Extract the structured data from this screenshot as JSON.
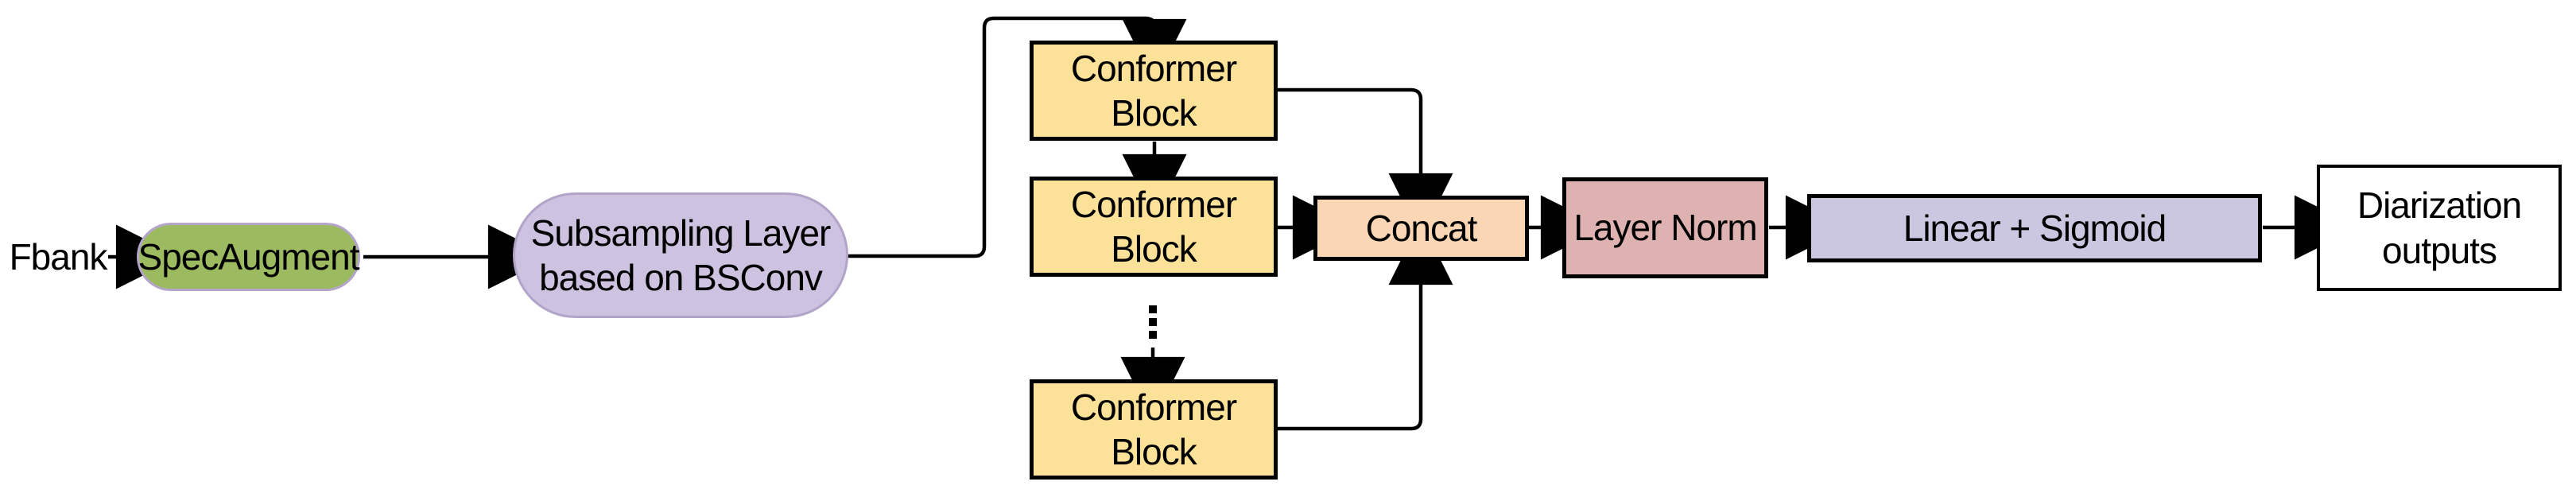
{
  "diagram": {
    "description": "Speaker diarization model architecture flow diagram",
    "nodes": {
      "fbank": {
        "label": "Fbank"
      },
      "specaugment": {
        "label": "SpecAugment",
        "fill": "#9CBB61",
        "border": "#B5A5CB",
        "shape": "rounded-pill"
      },
      "subsampling": {
        "line1": "Subsampling Layer",
        "line2": "based on BSConv",
        "fill": "#CDC3E0",
        "border": "#B2A3C9",
        "shape": "stadium"
      },
      "conformer_block": {
        "line1": "Conformer",
        "line2": "Block",
        "fill": "#FCE199",
        "border": "#000000",
        "count_shown": 3
      },
      "concat": {
        "label": "Concat",
        "fill": "#FAD6B4",
        "border": "#000000"
      },
      "layernorm": {
        "label": "Layer Norm",
        "fill": "#DDB2B0",
        "border": "#000000"
      },
      "linear_sigmoid": {
        "label": "Linear + Sigmoid",
        "fill": "#CCC7E1",
        "border": "#000000"
      },
      "outputs": {
        "line1": "Diarization",
        "line2": "outputs",
        "fill": "#FFFFFF",
        "border": "#000000"
      }
    },
    "ellipsis_symbol": "⋮",
    "edges": [
      {
        "from": "Fbank",
        "to": "SpecAugment"
      },
      {
        "from": "SpecAugment",
        "to": "Subsampling Layer based on BSConv"
      },
      {
        "from": "Subsampling Layer based on BSConv",
        "to": "Conformer Block (top)"
      },
      {
        "from": "Conformer Block (top)",
        "to": "Conformer Block (middle)"
      },
      {
        "from": "Conformer Block (middle)",
        "to": "Conformer Block (bottom)",
        "note": "via vertical ellipsis (repeated blocks)"
      },
      {
        "from": "Conformer Block (top)",
        "to": "Concat"
      },
      {
        "from": "Conformer Block (middle)",
        "to": "Concat"
      },
      {
        "from": "Conformer Block (bottom)",
        "to": "Concat"
      },
      {
        "from": "Concat",
        "to": "Layer Norm"
      },
      {
        "from": "Layer Norm",
        "to": "Linear + Sigmoid"
      },
      {
        "from": "Linear + Sigmoid",
        "to": "Diarization outputs"
      }
    ],
    "line_color": "#000000",
    "background_color": "#FFFFFF"
  }
}
